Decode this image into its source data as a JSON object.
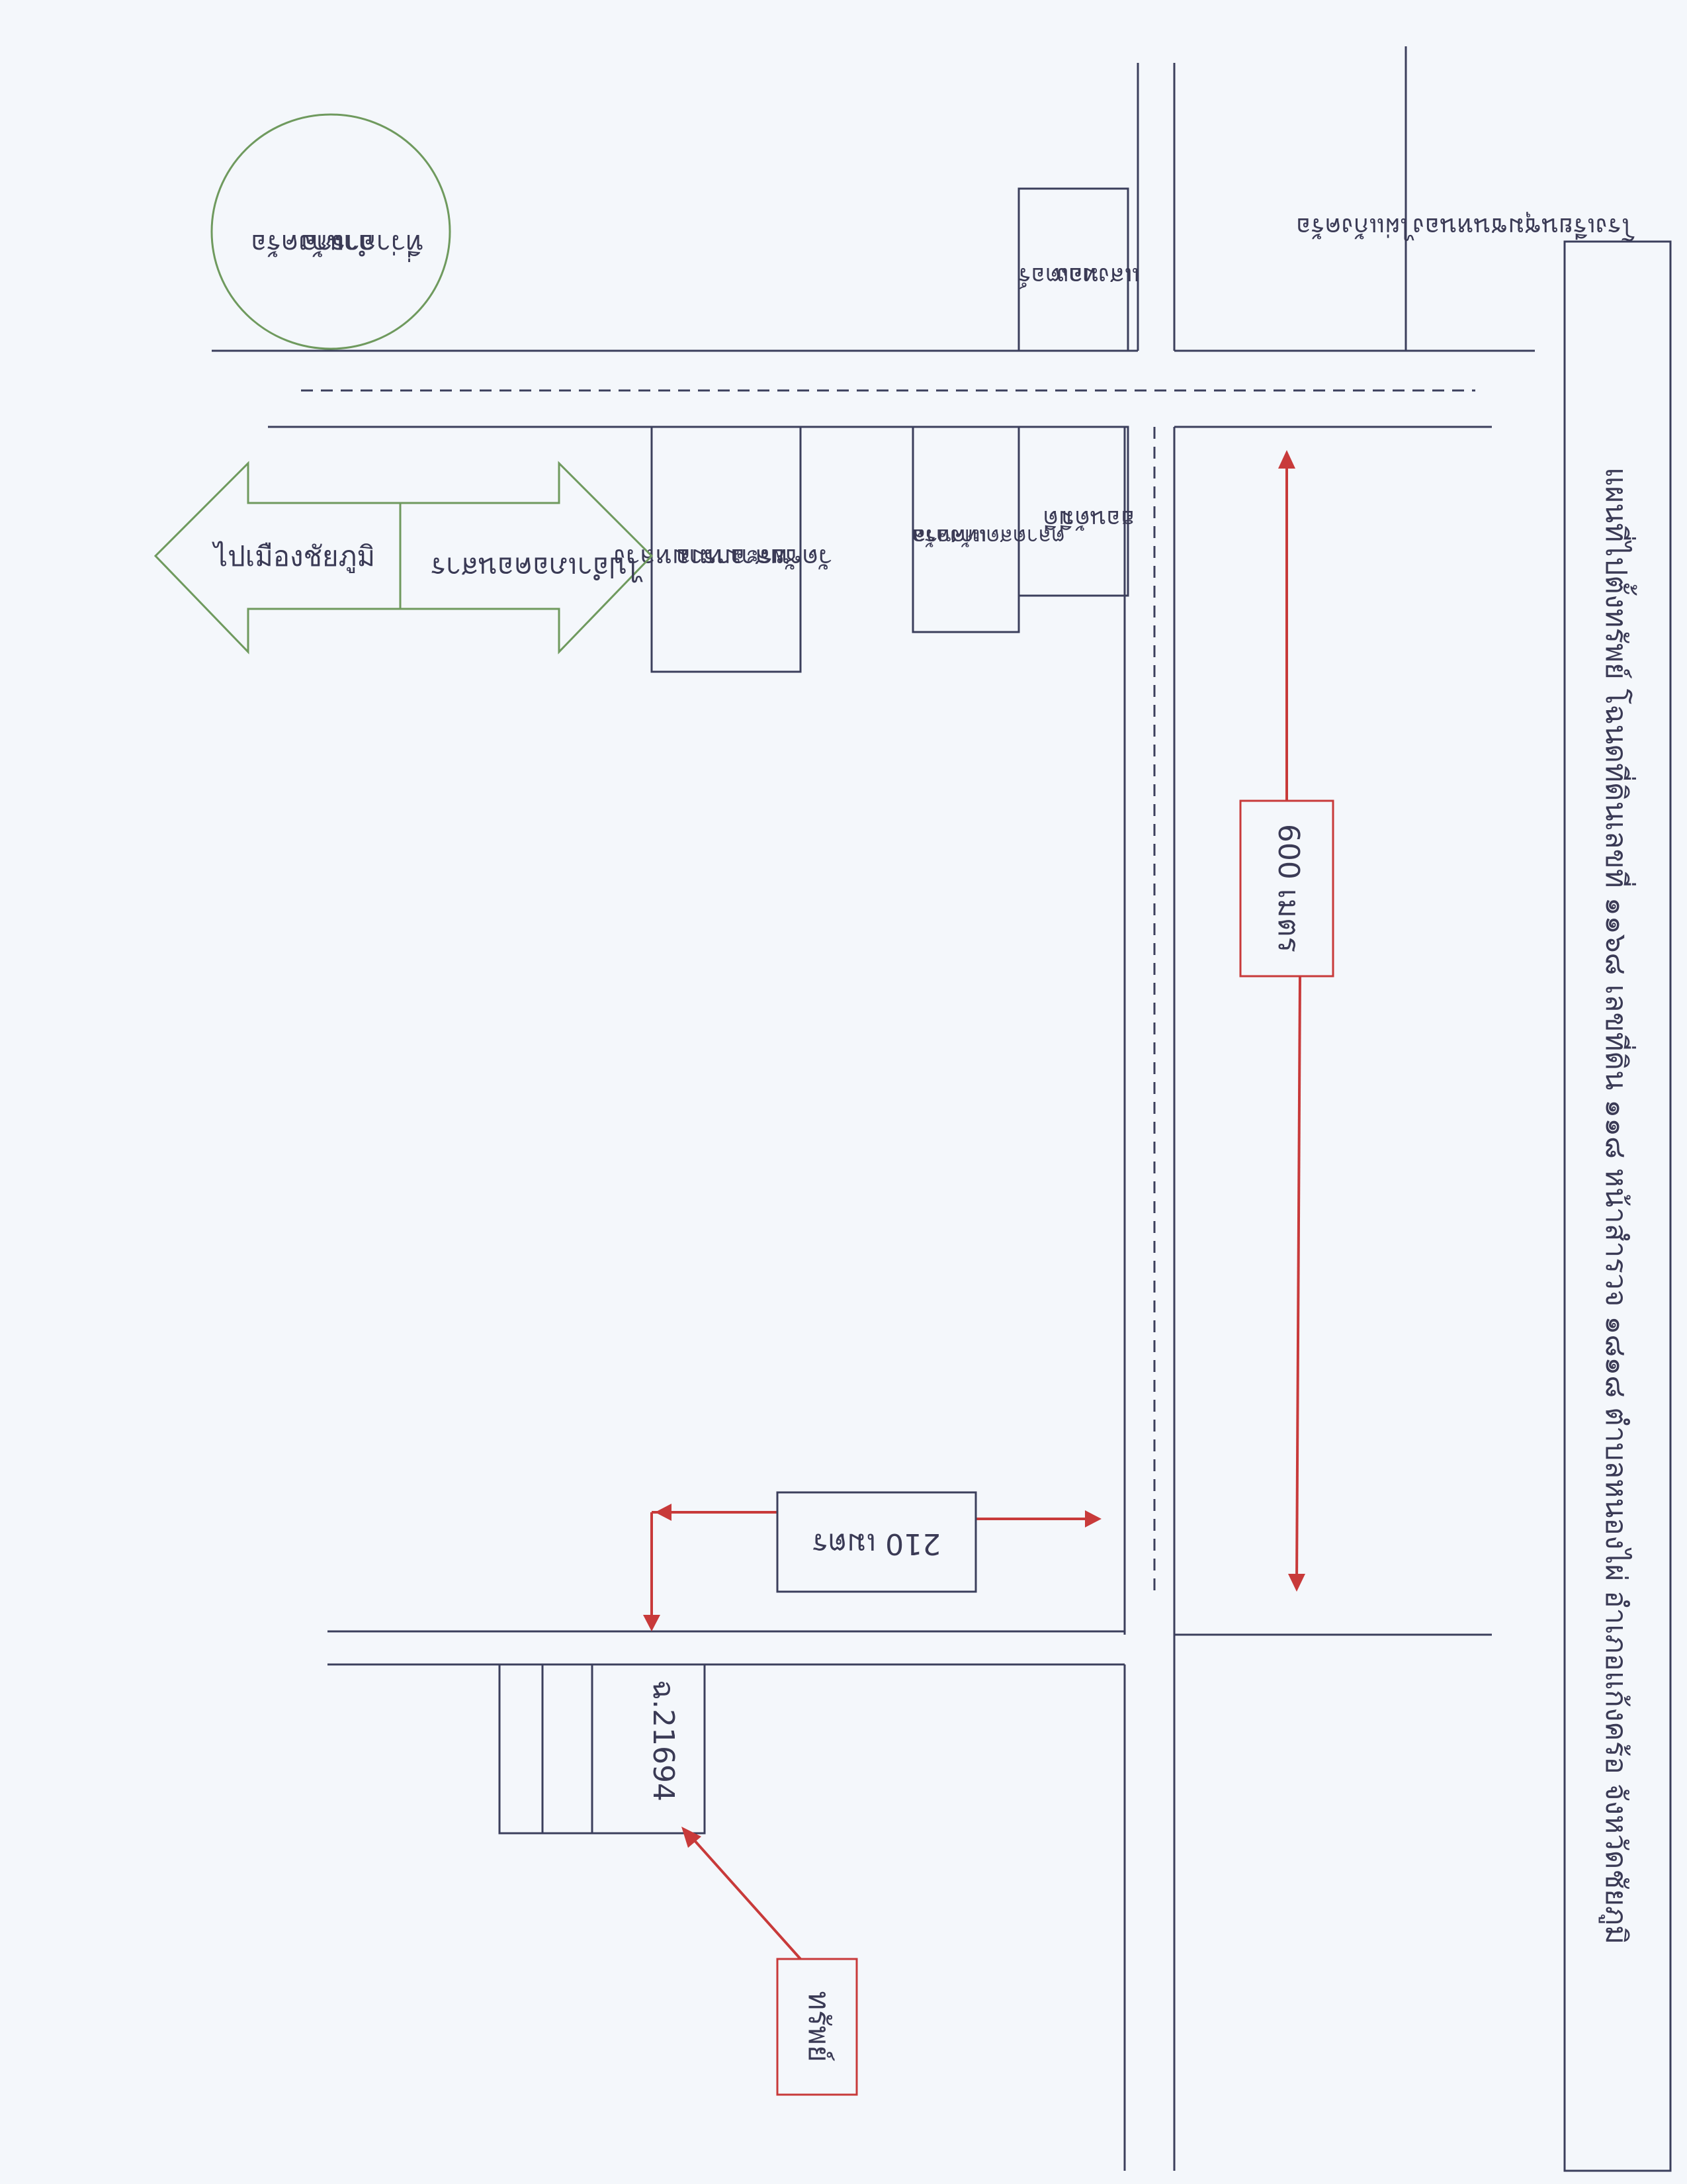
{
  "title": "แผนที่ไปตั้งทรัพย์ โฉนดที่ดินเลขที่ ๑๑๖๘ เลขที่ดิน ๑๑๘ หน้าสำรวจ ๑๘๑๘ ตำบลหนองไผ่ อำเภอแก้งคร้อ จังหวัดชัยภูมิ",
  "landmarks": {
    "school": "โรงเรียนชุมชนหนองไผ่แก้งคร้อ",
    "district_office": [
      "ที่ว่าการ",
      "อำเภอ",
      "แก้งคร้อ"
    ],
    "motor_shop": [
      "แสงทอง",
      "มอเตอร์"
    ],
    "honda_shop": [
      "ฮอนด้า",
      "มีดี"
    ],
    "municipal_market": [
      "ตลาดสดเทศบาล",
      "แก้งคร้อ"
    ],
    "temple": [
      "วัดชัยสามหมอ",
      "พระอารามหลวง"
    ]
  },
  "directions": {
    "to_chaiyaphum": "ไปเมืองชัยภูมิ",
    "to_khon_san": "ไปอำเภอคอนสาร"
  },
  "distances": {
    "long": "600 เมตร",
    "short": "210 เมตร"
  },
  "plot": {
    "id": "ฉ.21694",
    "label": "ทรัพย์"
  },
  "colors": {
    "line": "#3b3f5c",
    "accent": "#c83a3a",
    "green": "#6f9a5e"
  }
}
